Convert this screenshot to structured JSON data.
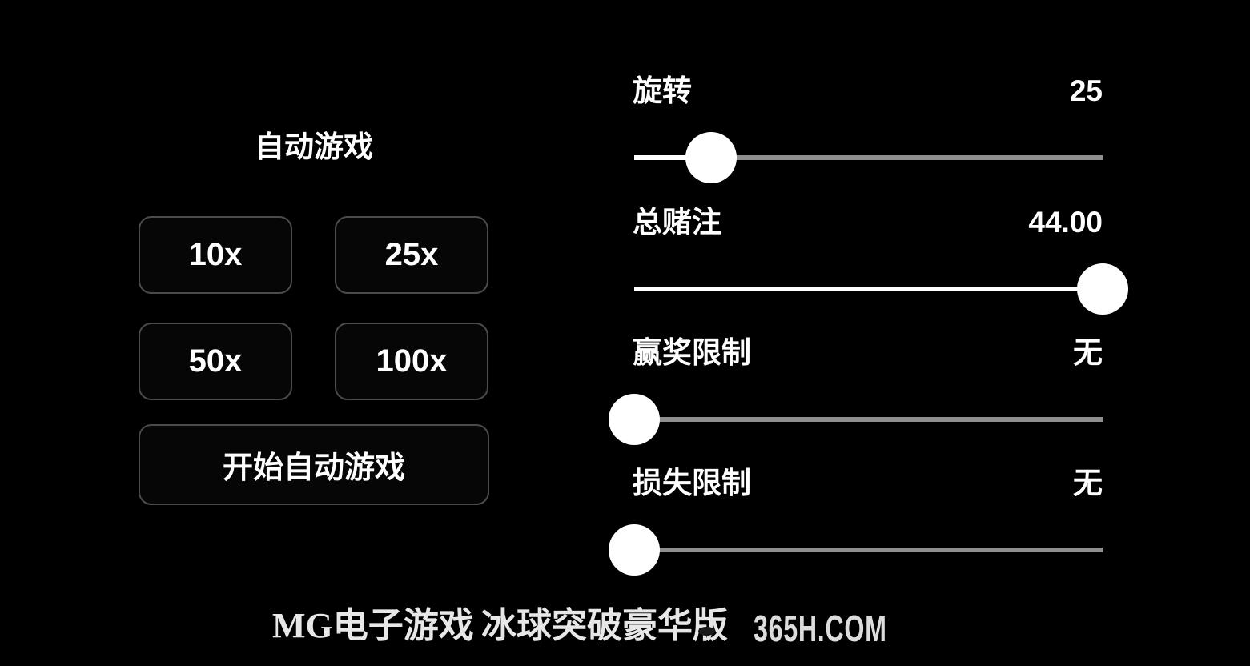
{
  "autoplay_panel": {
    "title": "自动游戏",
    "multiplier_buttons": [
      {
        "label": "10x"
      },
      {
        "label": "25x"
      },
      {
        "label": "50x"
      },
      {
        "label": "100x"
      }
    ],
    "start_button_label": "开始自动游戏"
  },
  "settings_panel": {
    "sliders": [
      {
        "label": "旋转",
        "value": "25",
        "position_pct": 16.4
      },
      {
        "label": "总赌注",
        "value": "44.00",
        "position_pct": 100
      },
      {
        "label": "赢奖限制",
        "value": "无",
        "position_pct": 0
      },
      {
        "label": "损失限制",
        "value": "无",
        "position_pct": 0
      }
    ]
  },
  "watermark": {
    "provider": "MG电子游戏",
    "game_title": "冰球突破豪华版",
    "site": "365H.COM"
  },
  "colors": {
    "background": "#000000",
    "text": "#ffffff",
    "track_gray": "#8f8f8f",
    "track_fill": "#ffffff",
    "thumb": "#ffffff",
    "button_border": "#4b4b4b",
    "button_background": "#060606"
  }
}
